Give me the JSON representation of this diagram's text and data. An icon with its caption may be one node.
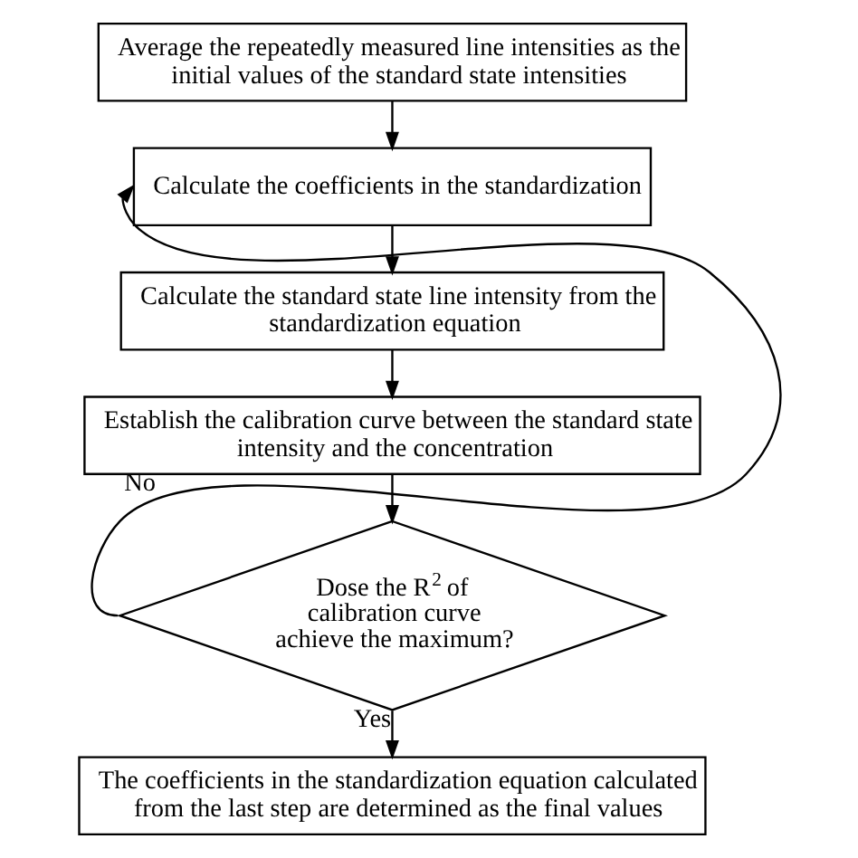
{
  "diagram": {
    "nodes": [
      {
        "text": [
          "Average the repeatedly measured line intensities as the initial values of the standard state intensities"
        ]
      },
      {
        "text": [
          "Calculate the coefficients in the standardization"
        ]
      },
      {
        "text": [
          "Calculate the standard state line intensity from the standardization equation"
        ]
      },
      {
        "text": [
          "Establish the calibration curve between the standard state intensity and the concentration"
        ]
      },
      {
        "text": [
          "Dose the R$^{2}$ of calibration curve achieve the maximum?"
        ]
      },
      {
        "text": [
          "The coefficients in the standardization equation calculated from the last step are determined as the final values"
        ]
      }
    ],
    "edges": [
      {
        "from": 0,
        "to": 1,
        "arrow": "to"
      },
      {
        "from": 1,
        "to": 2,
        "arrow": "to"
      },
      {
        "from": 2,
        "to": 3,
        "arrow": "to"
      },
      {
        "from": 3,
        "to": 4,
        "arrow": "to"
      },
      {
        "from": 4,
        "to": 5,
        "arrow": "to",
        "label": "Yes"
      },
      {
        "from": 4,
        "to": 1,
        "arrow": "to",
        "label": "No"
      }
    ]
  }
}
